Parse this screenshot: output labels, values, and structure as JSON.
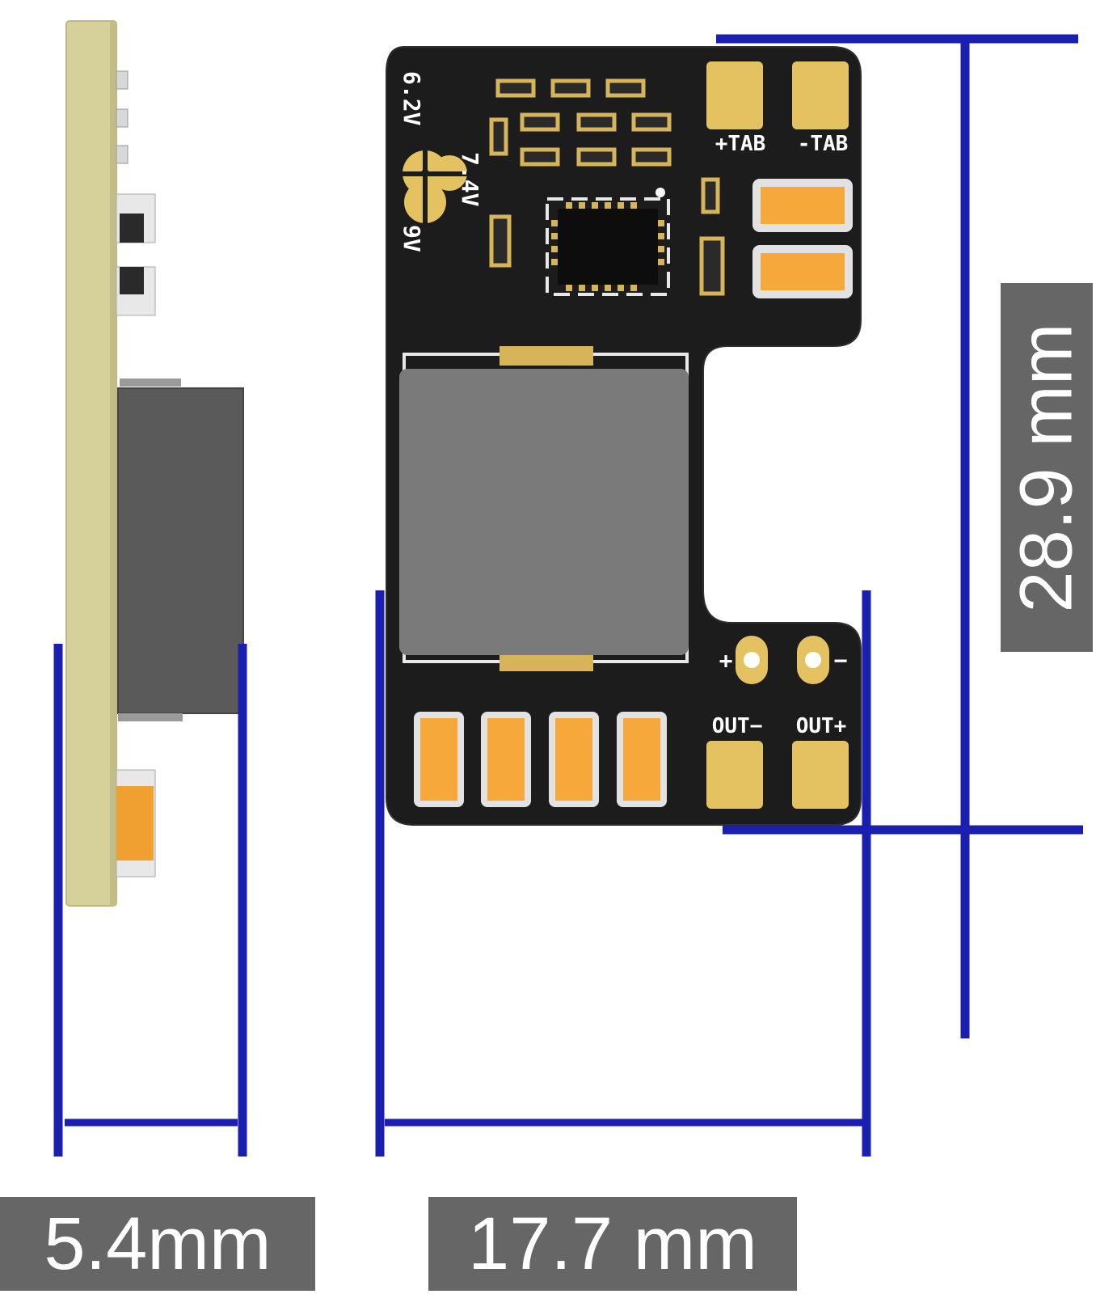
{
  "dimensions": {
    "thickness": "5.4mm",
    "width": "17.7 mm",
    "height": "28.9 mm"
  },
  "silkscreen": {
    "bat_plus": "+TAB",
    "bat_minus": "-TAB",
    "out_minus": "OUT−",
    "out_plus": "OUT+",
    "plus": "+",
    "minus": "−",
    "v62": "6.2V",
    "v74": "7.4V",
    "v9": "9V"
  },
  "colors": {
    "dimension_line": "#1a1fb0",
    "label_bg": "#666666",
    "pcb": "#1c1c1c",
    "pcb_edge": "#d8d39a",
    "pad_gold": "#e5c261",
    "capacitor": "#f6a93a",
    "inductor": "#7a7a7a"
  }
}
